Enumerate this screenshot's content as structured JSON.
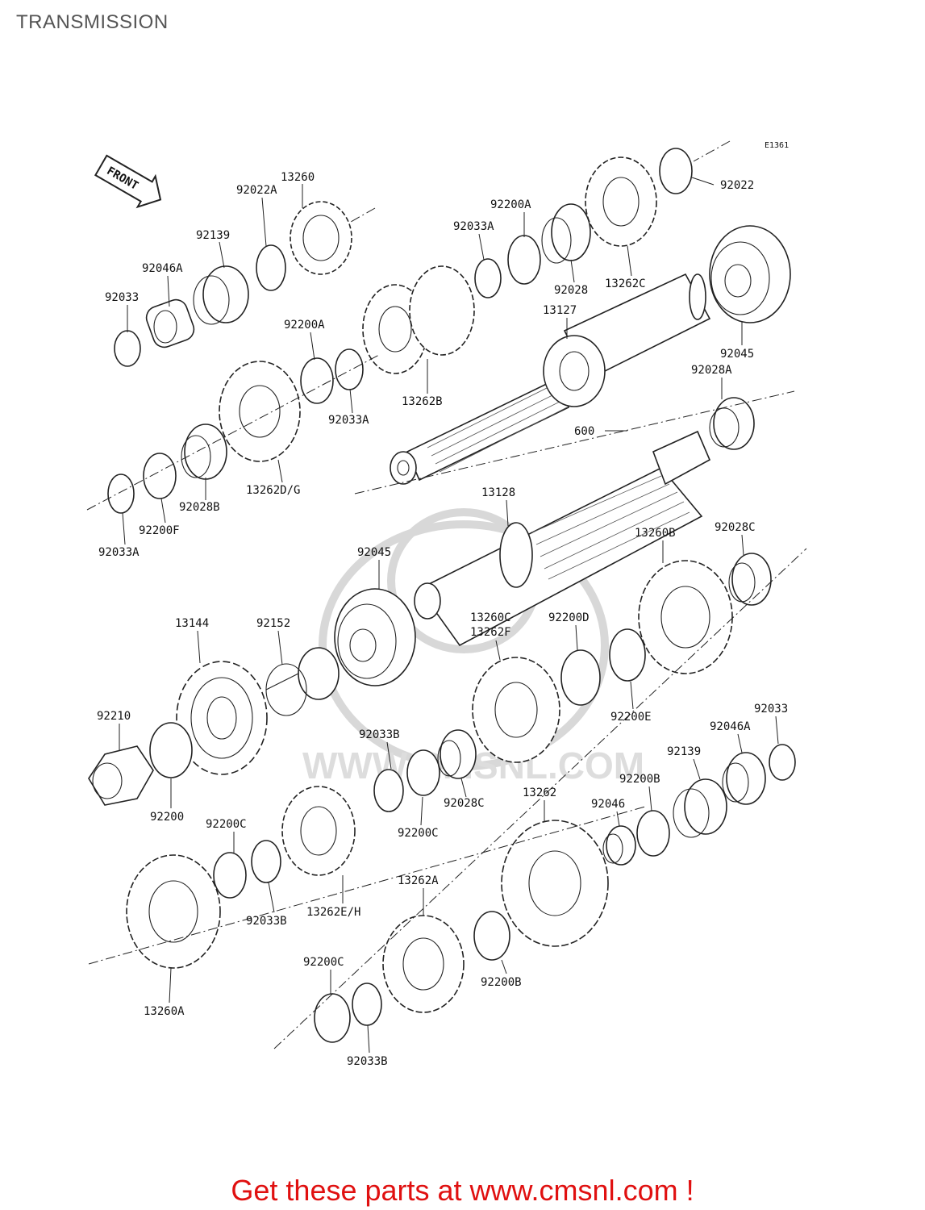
{
  "title": "TRANSMISSION",
  "diagram_code": "E1361",
  "front_label": "FRONT",
  "watermark_text": "WWW.CMSNL.COM",
  "footer_text": "Get these parts at www.cmsnl.com !",
  "colors": {
    "footer": "#e01010",
    "title": "#555555",
    "watermark": "#d8d8d8"
  },
  "labels": {
    "p13260": "13260",
    "p92022A": "92022A",
    "p92139_top": "92139",
    "p92046A_top": "92046A",
    "p92033_top": "92033",
    "p92200A_mid": "92200A",
    "p92033A_mid": "92033A",
    "p13262B": "13262B",
    "p92200A_top": "92200A",
    "p92033A_top": "92033A",
    "p92028": "92028",
    "p13262C": "13262C",
    "p92022": "92022",
    "p13127": "13127",
    "p92045_right": "92045",
    "p92028A": "92028A",
    "p600": "600",
    "p13262DG": "13262D/G",
    "p92028B": "92028B",
    "p92200F": "92200F",
    "p92033A_low": "92033A",
    "p13128": "13128",
    "p92045_left": "92045",
    "p13260B": "13260B",
    "p92028C_right": "92028C",
    "p13144": "13144",
    "p92152": "92152",
    "p13260C": "13260C",
    "p13262F": "13262F",
    "p92200D": "92200D",
    "p92200E": "92200E",
    "p92210": "92210",
    "p92200_low": "92200",
    "p92033B_mid": "92033B",
    "p92028C_mid": "92028C",
    "p92200C_mid": "92200C",
    "p92033_right": "92033",
    "p92046A_right": "92046A",
    "p92139_right": "92139",
    "p92200B_upper": "92200B",
    "p92046": "92046",
    "p13262": "13262",
    "p92200C_left": "92200C",
    "p92033B_left": "92033B",
    "p13262EH": "13262E/H",
    "p13262A": "13262A",
    "p92200B_lower": "92200B",
    "p13260A": "13260A",
    "p92200C_bottom": "92200C",
    "p92033B_bottom": "92033B"
  }
}
